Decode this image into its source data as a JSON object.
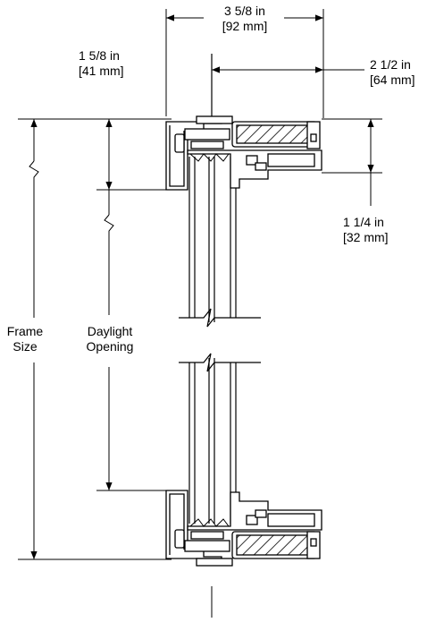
{
  "diagram": {
    "dimensions": {
      "overall_depth": {
        "imperial": "3 5/8 in",
        "metric": "[92 mm]"
      },
      "head_height": {
        "imperial": "1 5/8 in",
        "metric": "[41 mm]"
      },
      "frame_depth": {
        "imperial": "2 1/2 in",
        "metric": "[64 mm]"
      },
      "sash_height": {
        "imperial": "1 1/4 in",
        "metric": "[32 mm]"
      }
    },
    "labels": {
      "frame_size": [
        "Frame",
        "Size"
      ],
      "daylight_opening": [
        "Daylight",
        "Opening"
      ]
    },
    "colors": {
      "line": "#000000",
      "hatch": "#000000",
      "background": "#ffffff"
    }
  }
}
